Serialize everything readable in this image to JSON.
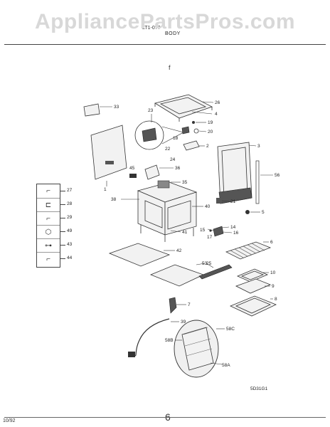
{
  "watermark": "AppliancePartsPros.com",
  "header": {
    "model_code": "LT1-0??",
    "section": "BODY"
  },
  "stray_marks": {
    "top": "f",
    "bottom": "6",
    "corner": "10/92"
  },
  "diagram_code": "5D31G1",
  "callouts": {
    "c1": "1",
    "c2": "2",
    "c3": "3",
    "c4": "4",
    "c5": "5",
    "c6": "6",
    "c7": "7",
    "c8": "8",
    "c9": "9",
    "c10": "10",
    "c14": "14",
    "c15": "15",
    "c16": "16",
    "c17": "17",
    "c18": "18",
    "c19": "19",
    "c20": "20",
    "c21": "21",
    "c22": "22",
    "c23": "23",
    "c24": "24",
    "c25": "25",
    "c26": "26",
    "c33": "33",
    "c35": "35",
    "c36": "36",
    "c38": "38",
    "c39": "39",
    "c40": "40",
    "c41": "41",
    "c42": "42",
    "c45": "45",
    "c53": "53",
    "c56": "56",
    "c58a": "58A",
    "c58b": "58B",
    "c58c": "58C"
  },
  "legend": [
    {
      "label": "27",
      "icon": "clip-icon"
    },
    {
      "label": "28",
      "icon": "bracket-icon"
    },
    {
      "label": "29",
      "icon": "clip-icon"
    },
    {
      "label": "49",
      "icon": "nut-icon"
    },
    {
      "label": "43",
      "icon": "screw-icon"
    },
    {
      "label": "44",
      "icon": "clip-icon"
    }
  ]
}
